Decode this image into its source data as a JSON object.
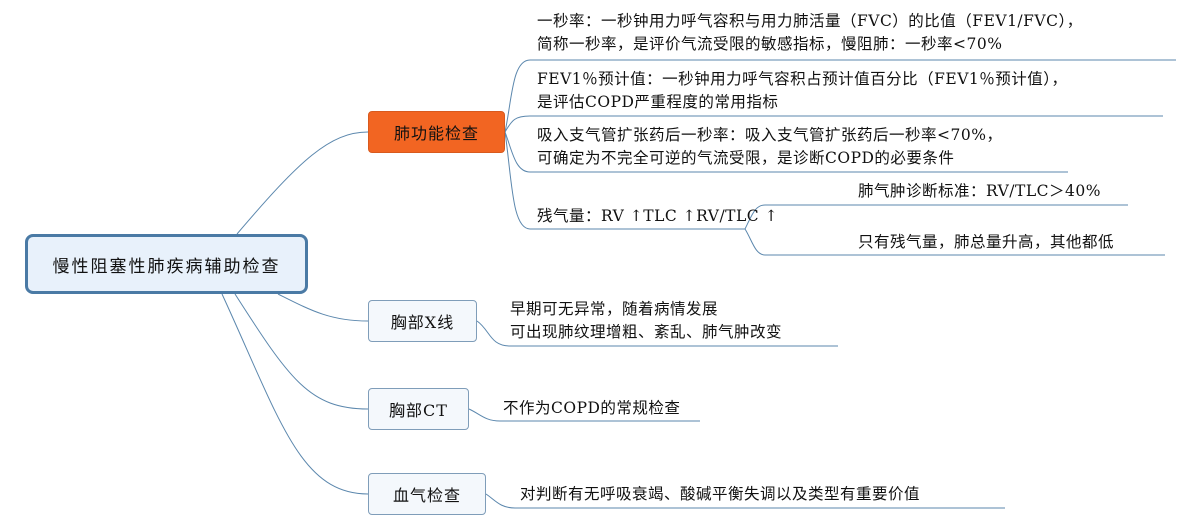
{
  "root": {
    "label": "慢性阻塞性肺疾病辅助检查"
  },
  "colors": {
    "accent": "#f26522",
    "line": "#5b87ad"
  },
  "branches": [
    {
      "label": "肺功能检查",
      "children": [
        {
          "lines": [
            "一秒率：一秒钟用力呼气容积与用力肺活量（FVC）的比值（FEV1/FVC），",
            "简称一秒率，是评价气流受限的敏感指标，慢阻肺：一秒率<70%"
          ]
        },
        {
          "lines": [
            "FEV1％预计值：一秒钟用力呼气容积占预计值百分比（FEV1％预计值），",
            "是评估COPD严重程度的常用指标"
          ]
        },
        {
          "lines": [
            "吸入支气管扩张药后一秒率：吸入支气管扩张药后一秒率<70%，",
            "可确定为不完全可逆的气流受限，是诊断COPD的必要条件"
          ]
        },
        {
          "lines": [
            "残气量：RV ↑TLC ↑RV/TLC ↑"
          ],
          "children": [
            {
              "lines": [
                "肺气肿诊断标准：RV/TLC＞40%"
              ]
            },
            {
              "lines": [
                "只有残气量，肺总量升高，其他都低"
              ]
            }
          ]
        }
      ]
    },
    {
      "label": "胸部X线",
      "children": [
        {
          "lines": [
            "早期可无异常，随着病情发展",
            "可出现肺纹理增粗、紊乱、肺气肿改变"
          ]
        }
      ]
    },
    {
      "label": "胸部CT",
      "children": [
        {
          "lines": [
            "不作为COPD的常规检查"
          ]
        }
      ]
    },
    {
      "label": "血气检查",
      "children": [
        {
          "lines": [
            "对判断有无呼吸衰竭、酸碱平衡失调以及类型有重要价值"
          ]
        }
      ]
    }
  ]
}
